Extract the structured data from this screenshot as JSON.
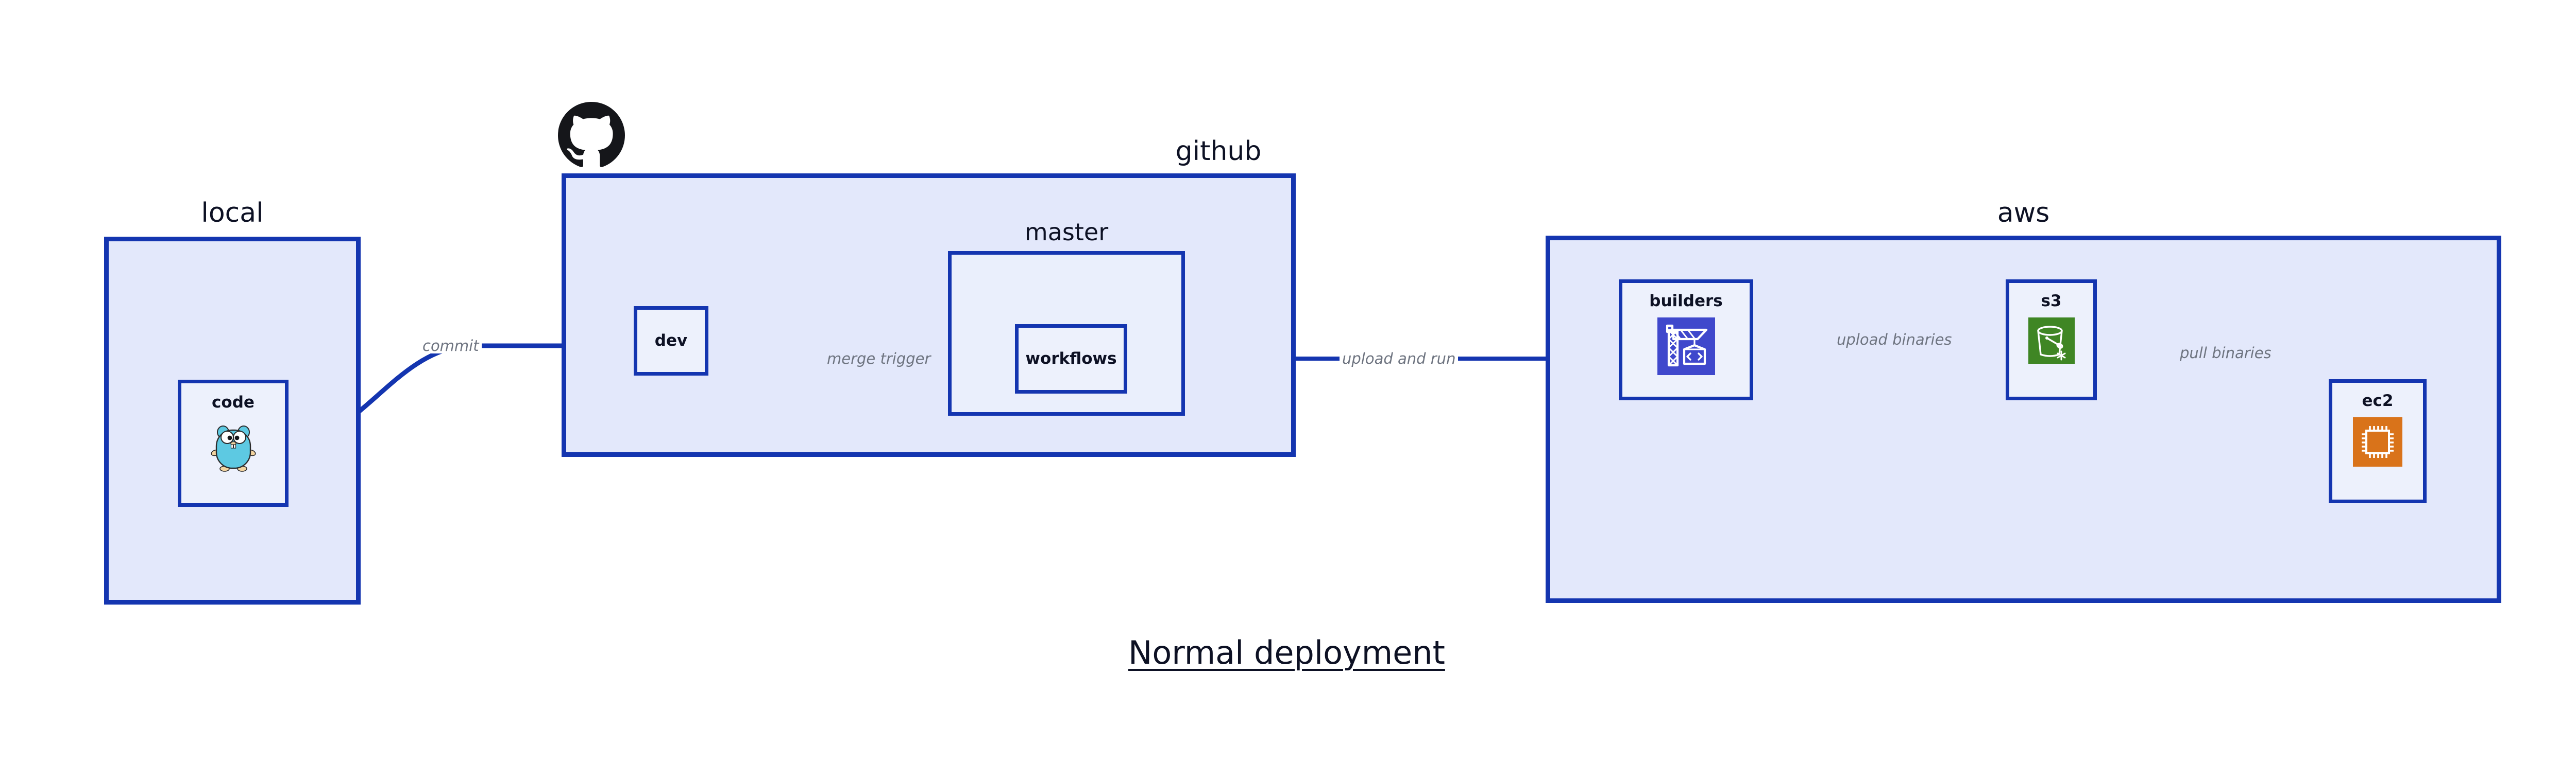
{
  "diagram": {
    "title": "Normal deployment",
    "groups": [
      {
        "id": "local",
        "label": "local"
      },
      {
        "id": "github",
        "label": "github"
      },
      {
        "id": "master",
        "label": "master"
      },
      {
        "id": "aws",
        "label": "aws"
      }
    ],
    "nodes": [
      {
        "id": "code",
        "label": "code",
        "icon": "go-gopher-icon"
      },
      {
        "id": "dev",
        "label": "dev",
        "icon": "none"
      },
      {
        "id": "workflows",
        "label": "workflows",
        "icon": "none"
      },
      {
        "id": "builders",
        "label": "builders",
        "icon": "aws-codebuild-icon"
      },
      {
        "id": "s3",
        "label": "s3",
        "icon": "aws-s3-glacier-icon"
      },
      {
        "id": "ec2",
        "label": "ec2",
        "icon": "aws-ec2-icon"
      }
    ],
    "edges": [
      {
        "id": "commit",
        "label": "commit",
        "from": "code",
        "to": "dev"
      },
      {
        "id": "merge-trigger",
        "label": "merge trigger",
        "from": "dev",
        "to": "workflows"
      },
      {
        "id": "upload-and-run",
        "label": "upload and run",
        "from": "workflows",
        "to": "builders"
      },
      {
        "id": "upload-binaries",
        "label": "upload binaries",
        "from": "builders",
        "to": "s3"
      },
      {
        "id": "pull-binaries",
        "label": "pull binaries",
        "from": "s3",
        "to": "ec2"
      }
    ],
    "logos": [
      {
        "id": "github-logo",
        "icon": "github-octocat-icon"
      }
    ],
    "colors": {
      "edge": "#1435b0",
      "group_border": "#1435b0",
      "group_fill": "#e3e8fb",
      "node_fill": "#edf1fc",
      "text": "#0d1124",
      "edge_label": "#6e7480",
      "codebuild": "#3f48cc",
      "s3_glacier": "#3f8624",
      "ec2": "#d9731a",
      "gopher": "#5dc9e2"
    }
  }
}
